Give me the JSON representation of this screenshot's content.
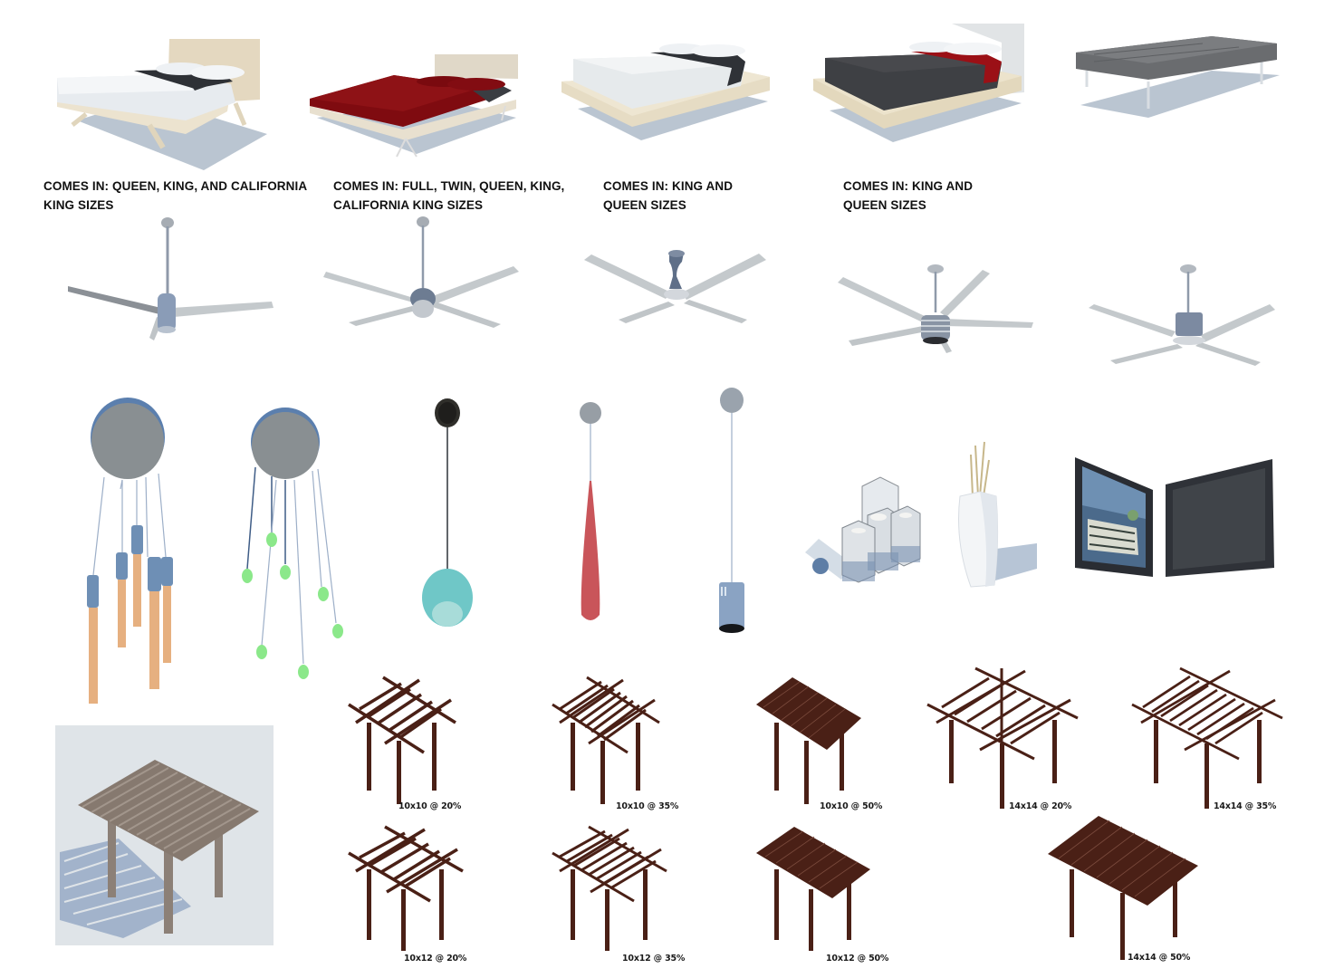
{
  "catalog": {
    "beds": [
      {
        "id": "bed-1",
        "name": "Platform bed with angled legs, white bedding and black runner",
        "caption_line1": "COMES IN: QUEEN, KING, AND CALIFORNIA",
        "caption_line2": "KING SIZES"
      },
      {
        "id": "bed-2",
        "name": "Bed with red bedding and hairpin legs",
        "caption_line1": "COMES IN: FULL, TWIN, QUEEN, KING,",
        "caption_line2": "CALIFORNIA KING SIZES"
      },
      {
        "id": "bed-3",
        "name": "Wood platform bed with white bedding",
        "caption_line1": "COMES IN: KING AND",
        "caption_line2": "QUEEN SIZES"
      },
      {
        "id": "bed-4",
        "name": "Wood platform bed with charcoal bedding and red runner",
        "caption_line1": "COMES IN: KING AND",
        "caption_line2": "QUEEN SIZES"
      }
    ],
    "bench": {
      "name": "Tufted gray bench"
    },
    "fans": [
      {
        "name": "3-blade ceiling fan"
      },
      {
        "name": "4-blade ceiling fan with light"
      },
      {
        "name": "4-blade hugger ceiling fan"
      },
      {
        "name": "5-blade ceiling fan with cage light"
      },
      {
        "name": "4-blade drum ceiling fan"
      }
    ],
    "pendants": [
      {
        "name": "Multi-pendant with wood tubes"
      },
      {
        "name": "Multi-pendant with green drops"
      },
      {
        "name": "Teal globe pendant"
      },
      {
        "name": "Red teardrop pendant"
      },
      {
        "name": "Cylinder pendant"
      }
    ],
    "accessories": [
      {
        "name": "Glass candle holders"
      },
      {
        "name": "White vase with reeds"
      },
      {
        "name": "Framed architecture picture"
      },
      {
        "name": "Wall-mounted flat screen"
      }
    ],
    "pergola_render": {
      "name": "Rendered pergola preview"
    },
    "pergolas": [
      {
        "label": "10x10 @ 20%"
      },
      {
        "label": "10x10 @ 35%"
      },
      {
        "label": "10x10 @ 50%"
      },
      {
        "label": "14x14 @ 20%"
      },
      {
        "label": "14x14 @ 35%"
      },
      {
        "label": "10x12 @ 20%"
      },
      {
        "label": "10x12 @ 35%"
      },
      {
        "label": "10x12 @ 50%"
      },
      {
        "label": "14x14 @ 50%"
      }
    ]
  },
  "colors": {
    "shadow": "#a9b6c6",
    "wood_light": "#e6dcc6",
    "bedding_white": "#e9ecef",
    "bedding_red": "#7e0b0f",
    "bedding_dark": "#3d3f43",
    "runner_black": "#2d3035",
    "runner_red": "#9b1016",
    "metal": "#9aa6b6",
    "blade": "#c6cbce",
    "pergola_brown": "#4a2016",
    "pendant_wood": "#e8b583",
    "pendant_green": "#8be88a",
    "pendant_teal": "#6fc7c7",
    "pendant_red": "#c9555a"
  }
}
